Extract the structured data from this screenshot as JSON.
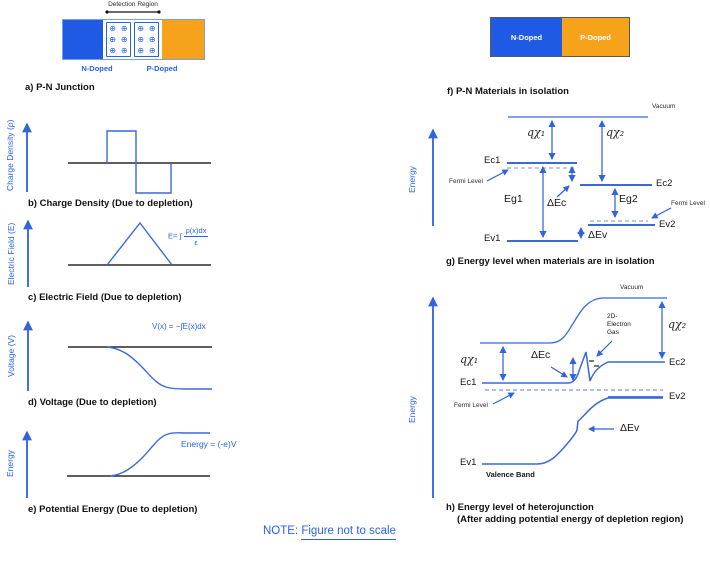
{
  "palette": {
    "blue": "#1F5AE4",
    "orange": "#F6A21A",
    "line_blue": "#3969DB",
    "text_blue": "#2A62E8"
  },
  "junction": {
    "detection_label": "Detection Region",
    "n_label": "N-Doped",
    "p_label": "P-Doped",
    "symbol": "⊕",
    "caption": "a) P-N Junction"
  },
  "charts": {
    "b": {
      "axis": "Charge Density (ρ)",
      "caption": "b) Charge Density (Due to depletion)"
    },
    "c": {
      "axis": "Electric Field (E)",
      "caption": "c) Electric Field (Due to depletion)",
      "formula_prefix": "E= ∫",
      "formula_num": "ρ(x)dx",
      "formula_den": "ε"
    },
    "d": {
      "axis": "Voltage (V)",
      "caption": "d) Voltage (Due to depletion)",
      "formula": "V(x) = −∫E(x)dx"
    },
    "e": {
      "axis": "Energy",
      "caption": "e) Potential Energy (Due to depletion)",
      "formula": "Energy = (-e)V"
    }
  },
  "isolation": {
    "n_label": "N-Doped",
    "p_label": "P-Doped",
    "caption": "f) P-N Materials in isolation"
  },
  "g": {
    "axis": "Energy",
    "vacuum": "Vacuum",
    "fermi_left": "Fermi Level",
    "fermi_right": "Fermi Level",
    "qx1": "qχ₁",
    "qx2": "qχ₂",
    "ec1": "Ec1",
    "ec2": "Ec2",
    "ev1": "Ev1",
    "ev2": "Ev2",
    "eg1": "Eg1",
    "eg2": "Eg2",
    "dec": "ΔEc",
    "dev": "ΔEv",
    "caption": "g) Energy level when materials are in isolation"
  },
  "h": {
    "axis": "Energy",
    "vacuum": "Vacuum",
    "fermi": "Fermi Level",
    "qx1": "qχ₁",
    "qx2": "qχ₂",
    "ec1": "Ec1",
    "ec2": "Ec2",
    "ev1": "Ev1",
    "ev2": "Ev2",
    "dec": "ΔEc",
    "dev": "ΔEv",
    "eg_lines": [
      "2D-",
      "Electron",
      "Gas"
    ],
    "valence": "Valence Band",
    "caption_line1": "h) Energy level of heterojunction",
    "caption_line2": "(After adding potential energy of depletion region)"
  },
  "note": {
    "prefix": "NOTE: ",
    "underlined": "Figure not to scale"
  }
}
